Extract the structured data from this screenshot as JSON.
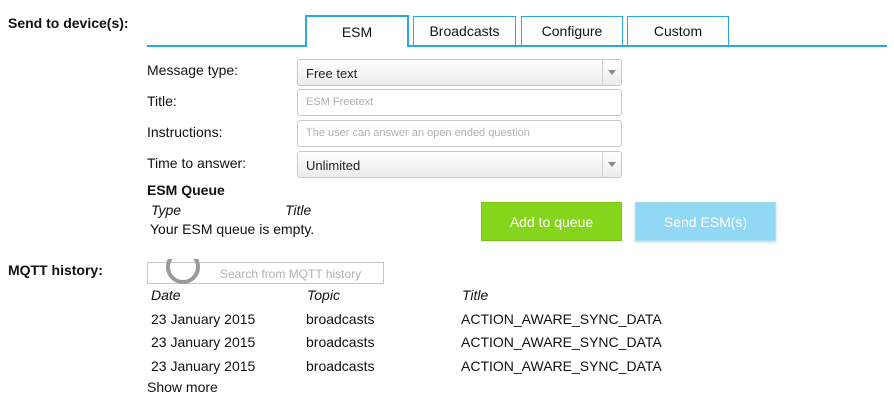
{
  "send_section": {
    "label": "Send to device(s):",
    "tabs": [
      {
        "label": "ESM",
        "active": true
      },
      {
        "label": "Broadcasts"
      },
      {
        "label": "Configure"
      },
      {
        "label": "Custom"
      }
    ]
  },
  "form": {
    "message_type": {
      "label": "Message type:",
      "value": "Free text"
    },
    "title": {
      "label": "Title:",
      "placeholder": "ESM Freetext"
    },
    "instructions": {
      "label": "Instructions:",
      "placeholder": "The user can answer an open ended question"
    },
    "time_to_answer": {
      "label": "Time to answer:",
      "value": "Unlimited"
    }
  },
  "queue": {
    "heading": "ESM Queue",
    "columns": [
      "Type",
      "Title"
    ],
    "empty_text": "Your ESM queue is empty.",
    "add_button": "Add to queue",
    "send_button": "Send ESM(s)"
  },
  "mqtt": {
    "label": "MQTT history:",
    "search_placeholder": "Search from MQTT history",
    "columns": [
      "Date",
      "Topic",
      "Title"
    ],
    "rows": [
      {
        "date": "23 January 2015",
        "topic": "broadcasts",
        "title": "ACTION_AWARE_SYNC_DATA"
      },
      {
        "date": "23 January 2015",
        "topic": "broadcasts",
        "title": "ACTION_AWARE_SYNC_DATA"
      },
      {
        "date": "23 January 2015",
        "topic": "broadcasts",
        "title": "ACTION_AWARE_SYNC_DATA"
      }
    ],
    "show_more": "Show more"
  },
  "colors": {
    "accent": "#29a9e0",
    "add": "#86d51c",
    "send": "#90d8f4"
  }
}
